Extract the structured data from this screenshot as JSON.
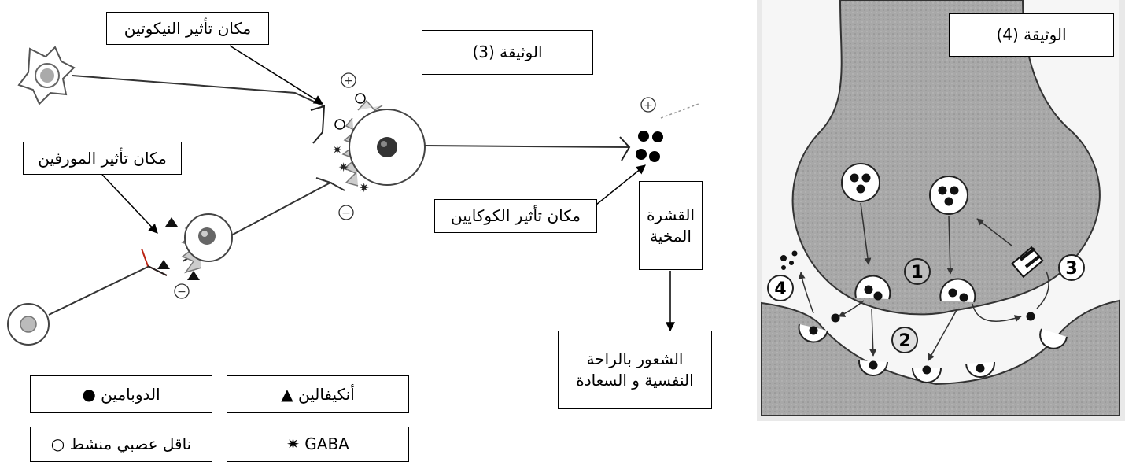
{
  "doc3": {
    "title": "الوثيقة (3)",
    "label_nicotine": "مكان تأثير النيكوتين",
    "label_morphine": "مكان تأثير المورفين",
    "label_cocaine": "مكان تأثير الكوكايين",
    "cortex_line1": "القشرة",
    "cortex_line2": "المخية",
    "feeling_line1": "الشعور بالراحة",
    "feeling_line2": "النفسية و السعادة",
    "sign_plus": "+",
    "sign_minus": "−"
  },
  "legend": {
    "dopamine": "الدوبامين ●",
    "enkephalin": "أنكيفالين ▲",
    "excitatory": "ناقل عصبي منشط ○",
    "gaba": "GABA ✷"
  },
  "doc4": {
    "title": "الوثيقة (4)",
    "n1": "1",
    "n2": "2",
    "n3": "3",
    "n4": "4"
  }
}
